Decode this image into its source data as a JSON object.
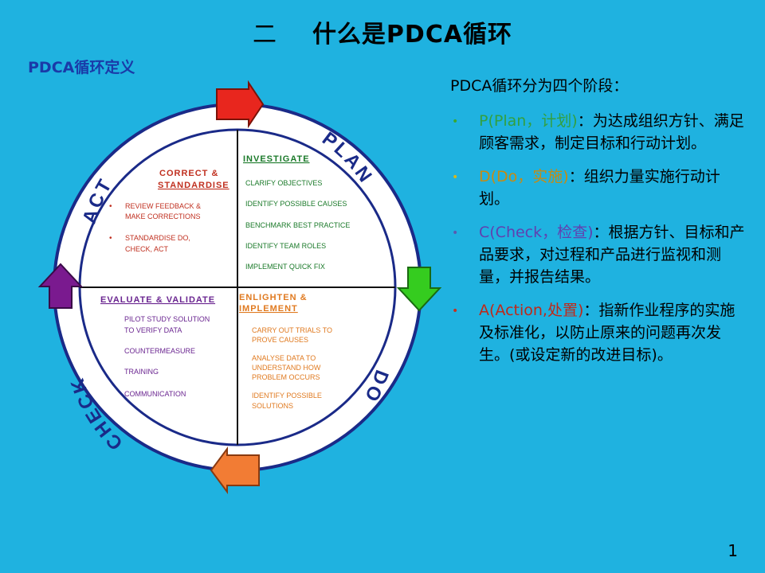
{
  "slide": {
    "title_num": "二",
    "title_text": "什么是PDCA循环",
    "subtitle": "PDCA循环定义",
    "page_number": "1"
  },
  "diagram": {
    "ring_labels": {
      "act": "ACT",
      "plan": "PLAN",
      "do": "DO",
      "check": "CHECK"
    },
    "plan_quadrant": {
      "heading": "INVESTIGATE",
      "items": [
        "CLARIFY OBJECTIVES",
        "IDENTIFY POSSIBLE CAUSES",
        "BENCHMARK BEST PRACTICE",
        "IDENTIFY TEAM ROLES",
        "IMPLEMENT QUICK FIX"
      ]
    },
    "act_quadrant": {
      "heading_line1": "CORRECT &",
      "heading_line2": "STANDARDISE",
      "items": [
        {
          "line1": "REVIEW FEEDBACK &",
          "line2": "MAKE CORRECTIONS"
        },
        {
          "line1": "STANDARDISE DO,",
          "line2": "CHECK, ACT"
        }
      ]
    },
    "check_quadrant": {
      "heading": "EVALUATE & VALIDATE",
      "item1_line1": "PILOT STUDY SOLUTION",
      "item1_line2": "TO VERIFY DATA",
      "items": [
        "COUNTERMEASURE",
        "TRAINING",
        "COMMUNICATION"
      ]
    },
    "do_quadrant": {
      "heading_line1": "ENLIGHTEN &",
      "heading_line2": "IMPLEMENT",
      "items": [
        {
          "line1": "CARRY OUT TRIALS TO",
          "line2": "PROVE CAUSES"
        },
        {
          "line1": "ANALYSE DATA TO",
          "line2": "UNDERSTAND HOW",
          "line3": "PROBLEM OCCURS"
        },
        {
          "line1": "IDENTIFY POSSIBLE",
          "line2": "SOLUTIONS"
        }
      ]
    },
    "colors": {
      "plan_arrow": "#e8261e",
      "do_arrow": "#35cc1f",
      "check_arrow": "#f27c34",
      "act_arrow": "#7a1a8f",
      "plan_text": "#1b7a2a",
      "act_text": "#c03020",
      "check_text": "#6a2590",
      "do_text": "#e07a20"
    }
  },
  "stages": {
    "intro": "PDCA循环分为四个阶段：",
    "items": [
      {
        "dot_color": "#3aa830",
        "term": "P(Plan，计划)",
        "term_color": "#32a040",
        "text": "：为达成组织方针、满足顾客需求，制定目标和行动计划。"
      },
      {
        "dot_color": "#d8b81a",
        "term": "D(Do，实施)",
        "term_color": "#c88a10",
        "text": "：组织力量实施行动计划。"
      },
      {
        "dot_color": "#5a5ab0",
        "term": "C(Check，检查)",
        "term_color": "#6040b0",
        "text": "：根据方针、目标和产品要求，对过程和产品进行监视和测量，并报告结果。"
      },
      {
        "dot_color": "#c8301c",
        "term": "A(Action,处置)",
        "term_color": "#c02818",
        "text": "：指新作业程序的实施及标准化，以防止原来的问题再次发生。(或设定新的改进目标)。"
      }
    ]
  }
}
